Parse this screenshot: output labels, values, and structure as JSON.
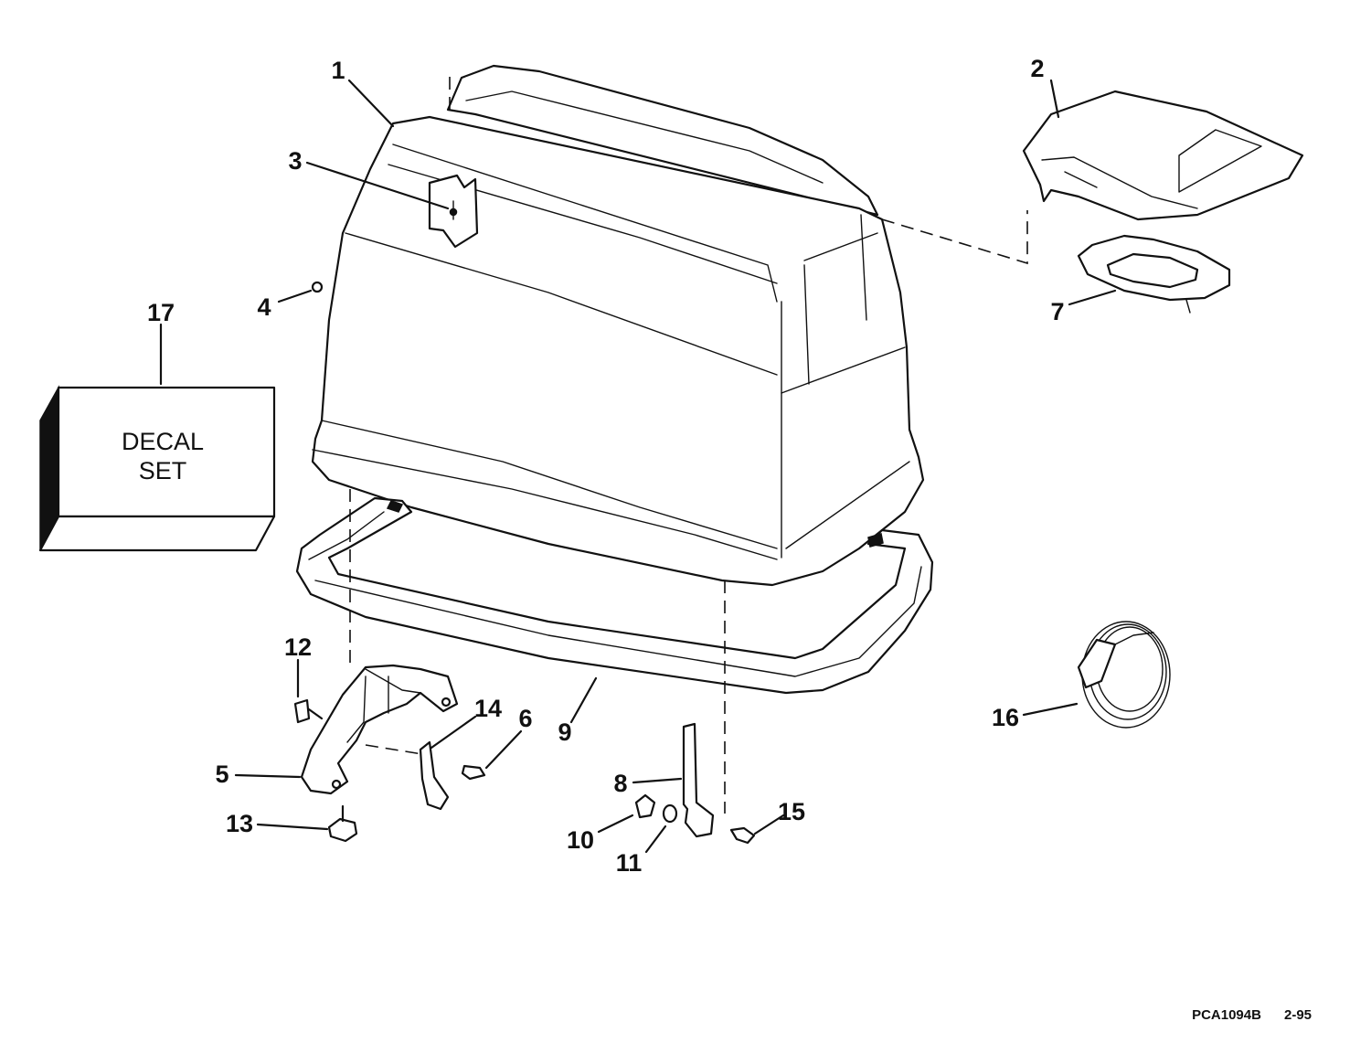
{
  "diagram": {
    "callouts": {
      "c1": "1",
      "c2": "2",
      "c3": "3",
      "c4": "4",
      "c5": "5",
      "c6": "6",
      "c7": "7",
      "c8": "8",
      "c9": "9",
      "c10": "10",
      "c11": "11",
      "c12": "12",
      "c13": "13",
      "c14": "14",
      "c15": "15",
      "c16": "16",
      "c17": "17"
    },
    "decal_box": {
      "line1": "DECAL",
      "line2": "SET"
    },
    "footer": {
      "part_code": "PCA1094B",
      "date": "2-95"
    }
  }
}
